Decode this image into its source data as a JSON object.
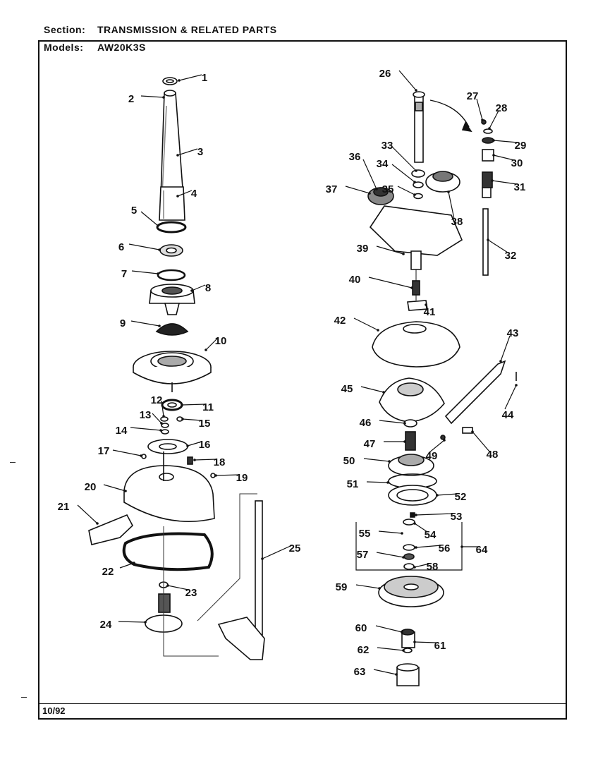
{
  "header": {
    "section_key": "Section:",
    "section_value": "TRANSMISSION & RELATED PARTS",
    "models_key": "Models:",
    "models_value": "AW20K3S"
  },
  "footer": {
    "date": "10/92"
  },
  "callouts": [
    "1",
    "2",
    "3",
    "4",
    "5",
    "6",
    "7",
    "8",
    "9",
    "10",
    "11",
    "12",
    "13",
    "14",
    "15",
    "16",
    "17",
    "18",
    "19",
    "20",
    "21",
    "22",
    "23",
    "24",
    "25",
    "26",
    "27",
    "28",
    "29",
    "30",
    "31",
    "32",
    "33",
    "34",
    "35",
    "36",
    "37",
    "38",
    "39",
    "40",
    "41",
    "42",
    "43",
    "44",
    "45",
    "46",
    "47",
    "48",
    "49",
    "50",
    "51",
    "52",
    "53",
    "54",
    "55",
    "56",
    "57",
    "58",
    "59",
    "60",
    "61",
    "62",
    "63",
    "64"
  ]
}
